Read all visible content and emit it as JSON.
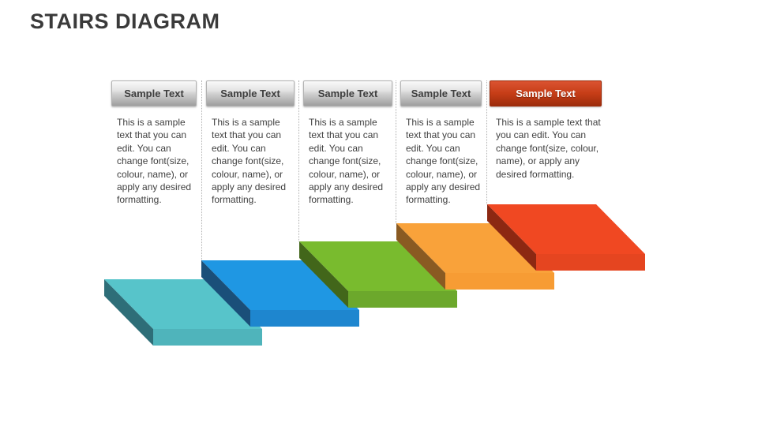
{
  "slide": {
    "title": "STAIRS DIAGRAM"
  },
  "columns": [
    {
      "header": "Sample Text",
      "body": "This is a sample text that you can edit. You can change font(size, colour, name), or apply any desired formatting.",
      "style": "gray"
    },
    {
      "header": "Sample Text",
      "body": "This is a sample text that you can edit. You can change font(size, colour, name), or apply any desired formatting.",
      "style": "gray"
    },
    {
      "header": "Sample Text",
      "body": "This is a sample text that you can edit. You can change font(size, colour, name), or apply any desired formatting.",
      "style": "gray"
    },
    {
      "header": "Sample Text",
      "body": "This is a sample text that you can edit. You can change font(size, colour, name), or apply any desired formatting.",
      "style": "gray"
    },
    {
      "header": "Sample Text",
      "body": "This is a sample text that you can edit. You can change font(size, colour, name), or apply any desired formatting.",
      "style": "red"
    }
  ],
  "steps": [
    {
      "name": "step-teal",
      "top": "#57C4CA",
      "side": "#2E6E78",
      "front": "#4FB4BB"
    },
    {
      "name": "step-blue",
      "top": "#1F97E3",
      "side": "#1A4F79",
      "front": "#1E86CF"
    },
    {
      "name": "step-green",
      "top": "#79BB2E",
      "side": "#42661A",
      "front": "#6CA82C"
    },
    {
      "name": "step-orange",
      "top": "#F9A23A",
      "side": "#8A5A22",
      "front": "#F79C34"
    },
    {
      "name": "step-red",
      "top": "#F04822",
      "side": "#8C2812",
      "front": "#E54520"
    }
  ],
  "colors": {
    "title": "#3A3A3A",
    "header_text": "#3F3F3F",
    "body_text": "#404040",
    "divider": "#B0B0B0",
    "gray_header_top": "#FAFAFA",
    "gray_header_mid": "#CFCFCF",
    "gray_header_bottom": "#9E9E9E",
    "red_header_top": "#DB5331",
    "red_header_mid": "#C63D17",
    "red_header_bottom": "#9C2C0C"
  }
}
